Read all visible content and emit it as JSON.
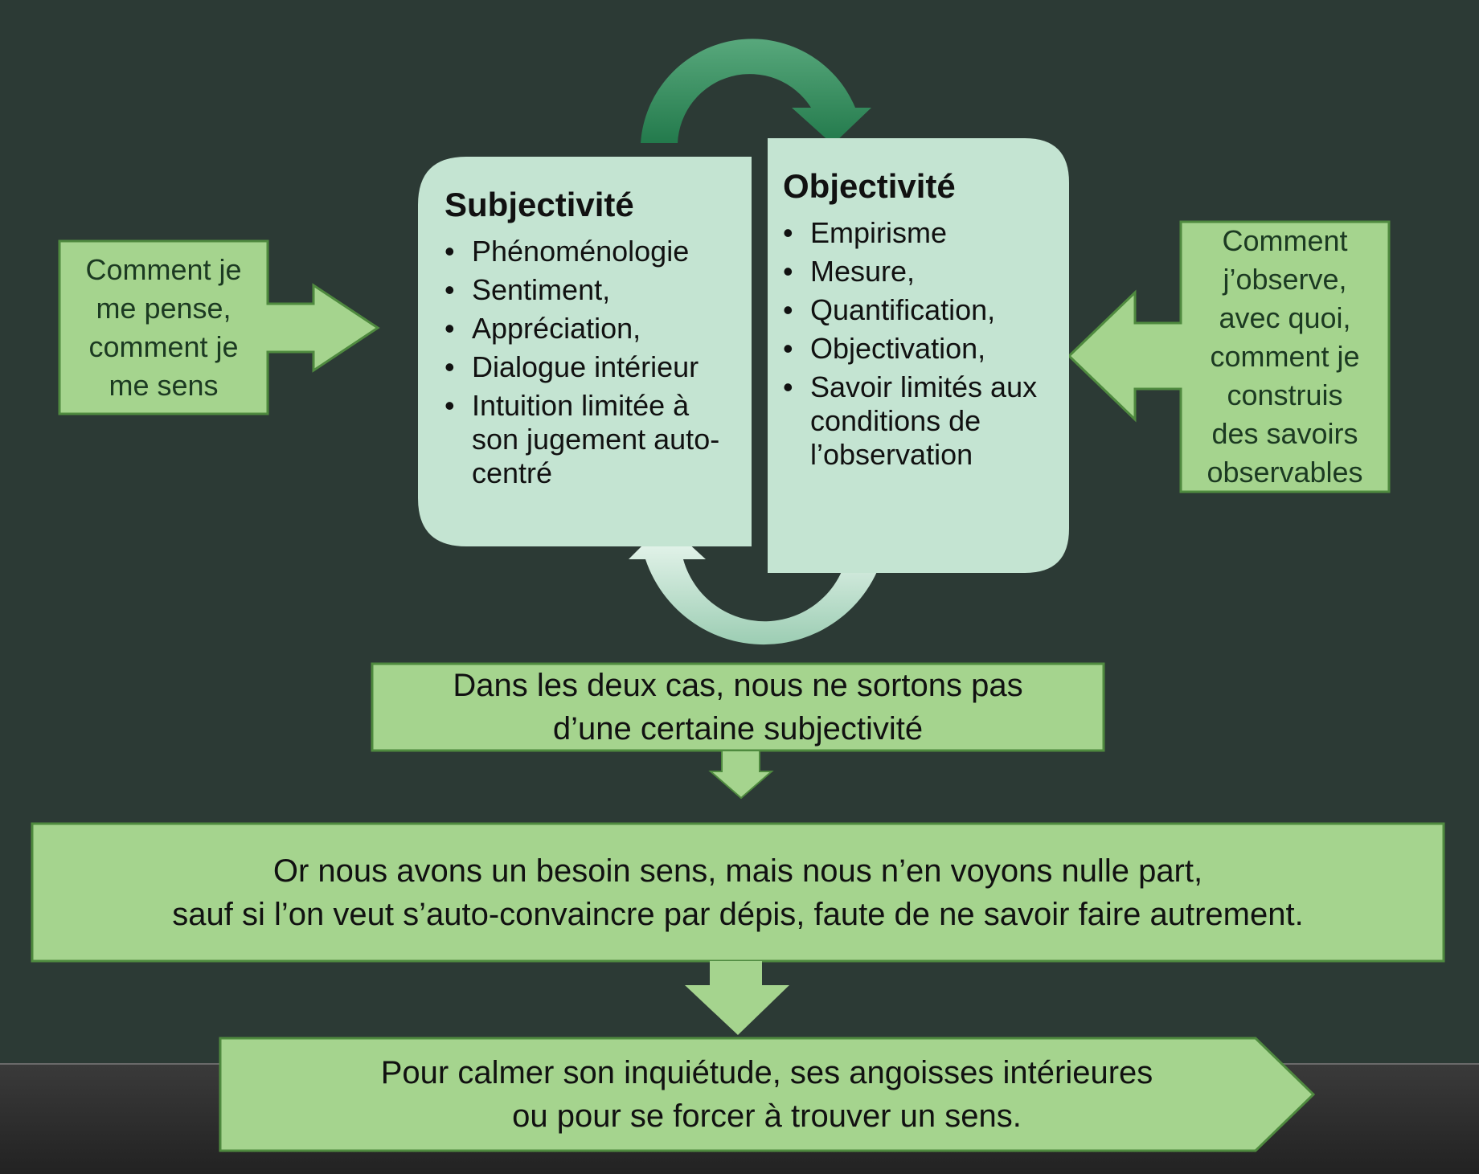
{
  "left_callout": {
    "lines": [
      "Comment je",
      "me pense,",
      "comment je",
      "me sens"
    ]
  },
  "right_callout": {
    "lines": [
      "Comment",
      "j’observe,",
      "avec quoi,",
      "comment je",
      "construis",
      "des savoirs",
      "observables"
    ]
  },
  "subjectivite": {
    "title": "Subjectivité",
    "items": [
      "Phénoménologie",
      "Sentiment,",
      "Appréciation,",
      "Dialogue intérieur",
      "Intuition limitée à son jugement auto-centré"
    ]
  },
  "objectivite": {
    "title": "Objectivité",
    "items": [
      "Empirisme",
      "Mesure,",
      "Quantification,",
      "Objectivation,",
      "Savoir limités aux conditions de l’observation"
    ]
  },
  "box1": {
    "lines": [
      "Dans les deux cas, nous ne sortons pas",
      "d’une certaine subjectivité"
    ]
  },
  "box2": {
    "lines": [
      "Or nous avons un besoin sens, mais nous n’en voyons nulle part,",
      "sauf si l’on veut s’auto-convaincre par dépis, faute de ne savoir faire autrement."
    ]
  },
  "box3": {
    "lines": [
      "Pour calmer son inquiétude, ses angoisses intérieures",
      "ou pour se forcer à trouver un sens."
    ]
  },
  "colors": {
    "background": "#2c3a35",
    "callout_fill": "#a5d48e",
    "panel_fill": "#c4e4d2",
    "arrow_dark": "#2e8a59",
    "arrow_light": "#d8efe4"
  }
}
